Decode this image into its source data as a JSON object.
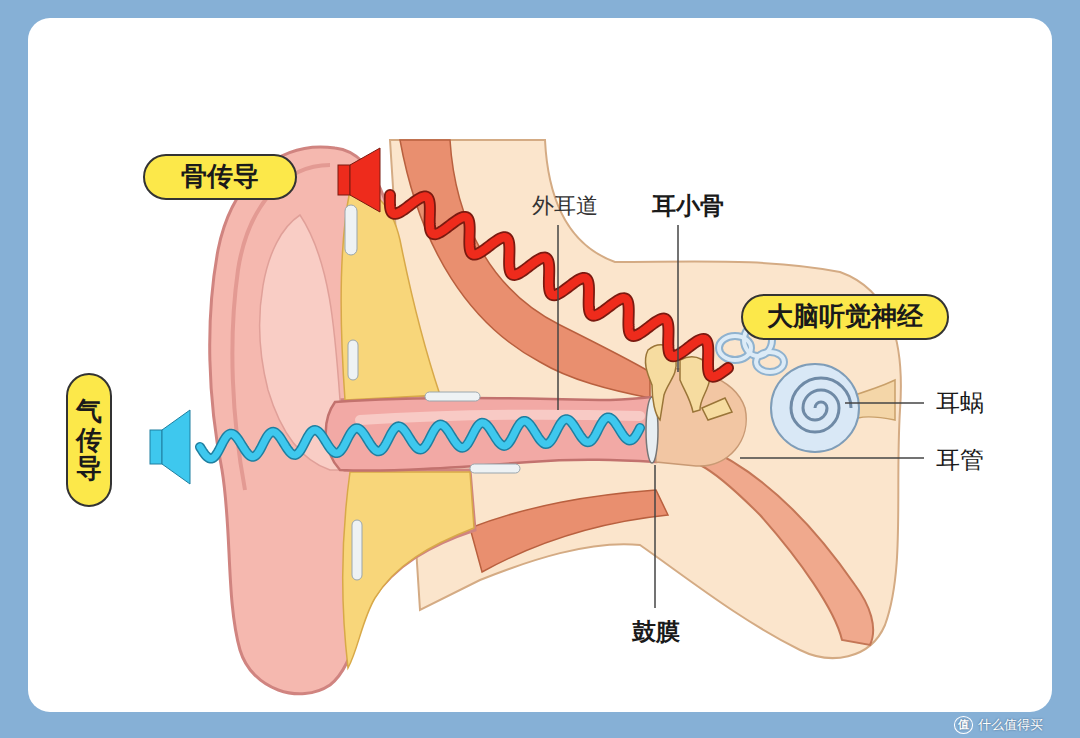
{
  "diagram": {
    "nodes": [
      {
        "text": [
          "骨传导"
        ]
      },
      {
        "text": [
          "大脑听觉神经"
        ]
      },
      {
        "text": [
          "气传导"
        ]
      }
    ],
    "labels": [
      "外耳道",
      "耳小骨",
      "耳蜗",
      "耳管",
      "鼓膜",
      "值",
      "什么值得买"
    ]
  }
}
